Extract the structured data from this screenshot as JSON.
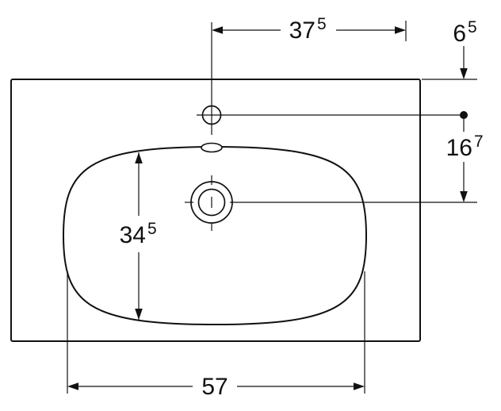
{
  "drawing": {
    "subject": "washbasin-top-view-technical-drawing",
    "background_color": "#ffffff",
    "line_color": "#111111"
  },
  "dimensions": {
    "tap_center_to_right_edge": {
      "value": "37",
      "sup": "5"
    },
    "top_edge_to_tap_center": {
      "value": "6",
      "sup": "5"
    },
    "tap_center_to_drain_center": {
      "value": "16",
      "sup": "7"
    },
    "bowl_front_to_back": {
      "value": "34",
      "sup": "5"
    },
    "bowl_width": {
      "value": "57"
    }
  }
}
